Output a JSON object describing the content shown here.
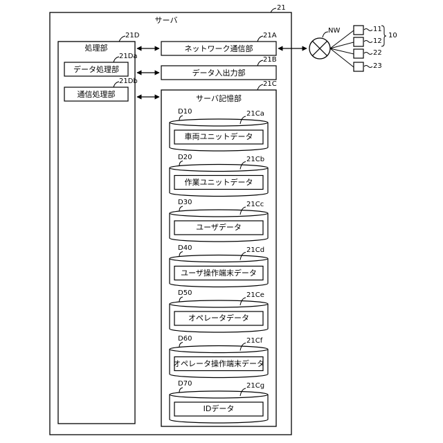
{
  "server": {
    "title": "サーバ",
    "ref": "21"
  },
  "processing": {
    "title": "処理部",
    "ref": "21D",
    "data_processing": {
      "label": "データ処理部",
      "ref": "21Da"
    },
    "comm_processing": {
      "label": "通信処理部",
      "ref": "21Db"
    }
  },
  "network_comm": {
    "label": "ネットワーク通信部",
    "ref": "21A"
  },
  "data_io": {
    "label": "データ入出力部",
    "ref": "21B"
  },
  "storage": {
    "title": "サーバ記憶部",
    "ref": "21C",
    "items": [
      {
        "id": "D10",
        "label": "車両ユニットデータ",
        "ref": "21Ca"
      },
      {
        "id": "D20",
        "label": "作業ユニットデータ",
        "ref": "21Cb"
      },
      {
        "id": "D30",
        "label": "ユーザデータ",
        "ref": "21Cc"
      },
      {
        "id": "D40",
        "label": "ユーザ操作端末データ",
        "ref": "21Cd"
      },
      {
        "id": "D50",
        "label": "オペレータデータ",
        "ref": "21Ce"
      },
      {
        "id": "D60",
        "label": "オペレータ操作端末データ",
        "ref": "21Cf"
      },
      {
        "id": "D70",
        "label": "IDデータ",
        "ref": "21Cg"
      }
    ]
  },
  "network": {
    "label": "NW"
  },
  "terminals": {
    "group_ref": "10",
    "items": [
      {
        "ref": "11"
      },
      {
        "ref": "12"
      },
      {
        "ref": "22"
      },
      {
        "ref": "23"
      }
    ]
  }
}
